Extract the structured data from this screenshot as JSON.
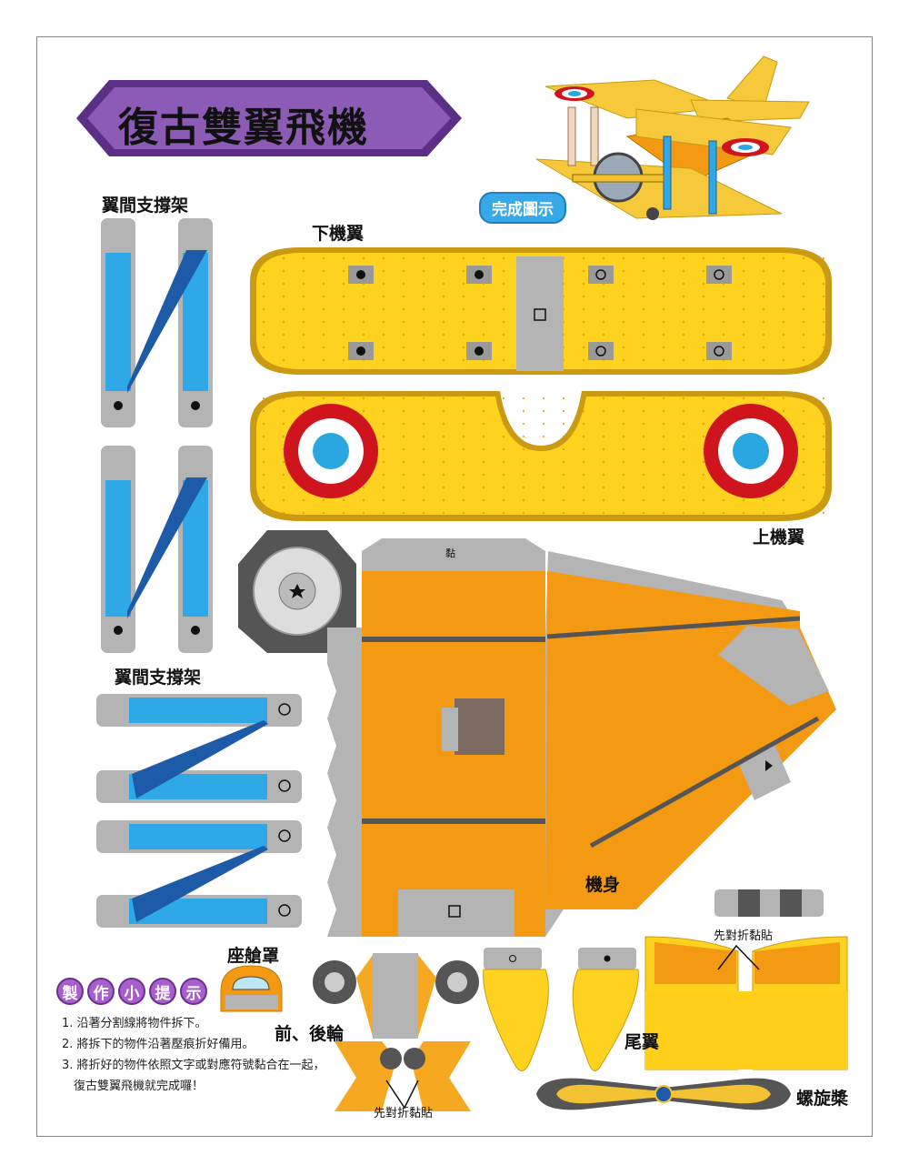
{
  "title": "復古雙翼飛機",
  "complete_badge": "完成圖示",
  "labels": {
    "strut_top": "翼間支撐架",
    "strut_bottom": "翼間支撐架",
    "lower_wing": "下機翼",
    "upper_wing": "上機翼",
    "fuselage": "機身",
    "cockpit_cover": "座艙罩",
    "wheels": "前、後輪",
    "tail": "尾翼",
    "propeller": "螺旋槳",
    "glue_first_1": "先對折黏貼",
    "glue_first_2": "先對折黏貼",
    "glue_tab": "黏"
  },
  "tips": {
    "title_chars": [
      "製",
      "作",
      "小",
      "提",
      "示"
    ],
    "items": [
      "1. 沿著分割線將物件拆下。",
      "2. 將拆下的物件沿著壓痕折好備用。",
      "3. 將折好的物件依照文字或對應符號黏合在一起，",
      "　復古雙翼飛機就完成囉！"
    ]
  },
  "colors": {
    "title_banner": "#8c5bb5",
    "wing_yellow": "#ffd21f",
    "body_orange": "#f39a12",
    "strut_blue": "#2ea8e6",
    "strut_dark": "#1d5aa8",
    "roundel_red": "#d0141e",
    "roundel_blue": "#2aa6e0",
    "tab_gray": "#b4b4b4"
  }
}
